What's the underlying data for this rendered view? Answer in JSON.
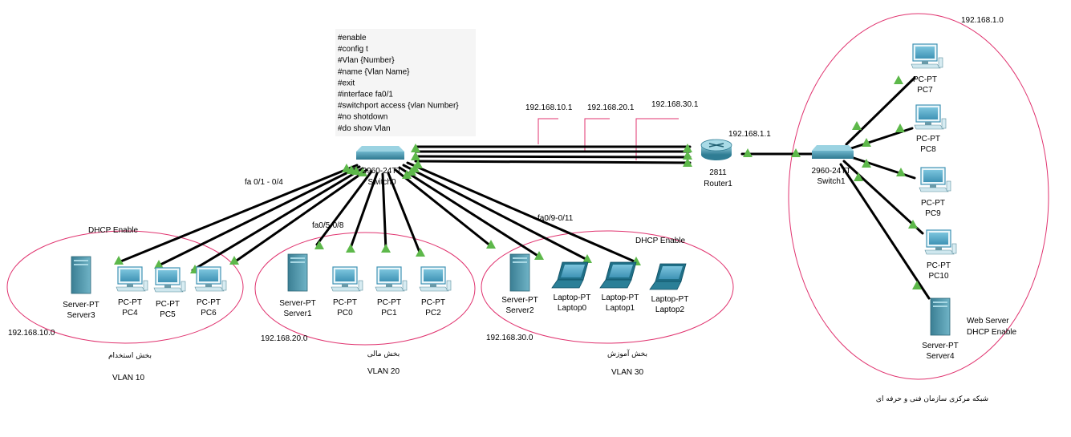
{
  "config_commands": [
    "#enable",
    "#config t",
    "#Vlan {Number}",
    "#name {Vlan Name}",
    "#exit",
    "#interface fa0/1",
    "#switchport access {vlan Number}",
    "#no shotdown",
    "#do show Vlan"
  ],
  "switch0": {
    "model": "2960-24TT",
    "name": "Switch0"
  },
  "router1": {
    "model": "2811",
    "name": "Router1"
  },
  "switch1": {
    "model": "2960-24TT",
    "name": "Switch1"
  },
  "router_interfaces": [
    "192.168.10.1",
    "192.168.20.1",
    "192.168.30.1"
  ],
  "router_lan_ip": "192.168.1.1",
  "port_ranges": {
    "vlan10": "fa 0/1 - 0/4",
    "vlan20": "fa0/5-0/8",
    "vlan30": "fa0/9-0/11"
  },
  "vlan10": {
    "dhcp": "DHCP Enable",
    "network": "192.168.10.0",
    "dept": "بخش استخدام",
    "vlan": "VLAN 10",
    "devices": [
      {
        "type": "Server-PT",
        "name": "Server3"
      },
      {
        "type": "PC-PT",
        "name": "PC4"
      },
      {
        "type": "PC-PT",
        "name": "PC5"
      },
      {
        "type": "PC-PT",
        "name": "PC6"
      }
    ]
  },
  "vlan20": {
    "network": "192.168.20.0",
    "dept": "بخش مالی",
    "vlan": "VLAN 20",
    "devices": [
      {
        "type": "Server-PT",
        "name": "Server1"
      },
      {
        "type": "PC-PT",
        "name": "PC0"
      },
      {
        "type": "PC-PT",
        "name": "PC1"
      },
      {
        "type": "PC-PT",
        "name": "PC2"
      }
    ]
  },
  "vlan30": {
    "dhcp": "DHCP Enable",
    "network": "192.168.30.0",
    "dept": "بخش آموزش",
    "vlan": "VLAN 30",
    "devices": [
      {
        "type": "Server-PT",
        "name": "Server2"
      },
      {
        "type": "Laptop-PT",
        "name": "Laptop0"
      },
      {
        "type": "Laptop-PT",
        "name": "Laptop1"
      },
      {
        "type": "Laptop-PT",
        "name": "Laptop2"
      }
    ]
  },
  "central": {
    "network": "192.168.1.0",
    "pcs": [
      {
        "type": "PC-PT",
        "name": "PC7"
      },
      {
        "type": "PC-PT",
        "name": "PC8"
      },
      {
        "type": "PC-PT",
        "name": "PC9"
      },
      {
        "type": "PC-PT",
        "name": "PC10"
      }
    ],
    "server": {
      "type": "Server-PT",
      "name": "Server4"
    },
    "server_note": [
      "Web Server",
      "DHCP Enable"
    ],
    "caption": "شبکه مرکزی سازمان فنی و حرفه ای"
  },
  "colors": {
    "link": "#000000",
    "indicator": "#5db84a",
    "boundary": "#e0336f",
    "device": "#3a8fa8"
  }
}
